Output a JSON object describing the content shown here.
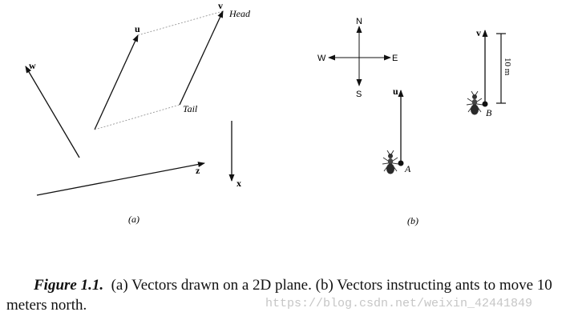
{
  "panel_a": {
    "vectors": {
      "u": "u",
      "v": "v",
      "w": "w",
      "z": "z",
      "x": "x"
    },
    "head_label": "Head",
    "tail_label": "Tail",
    "sublabel": "(a)"
  },
  "panel_b": {
    "compass": {
      "n": "N",
      "s": "S",
      "e": "E",
      "w": "W"
    },
    "vectors": {
      "u": "u",
      "v": "v"
    },
    "ant_a": "A",
    "ant_b": "B",
    "distance_label": "10 m",
    "sublabel": "(b)"
  },
  "caption": {
    "figure_label": "Figure 1.1.",
    "text": "(a) Vectors drawn on a 2D plane. (b) Vectors instructing ants to move 10 meters north."
  },
  "watermark": "https://blog.csdn.net/weixin_42441849"
}
